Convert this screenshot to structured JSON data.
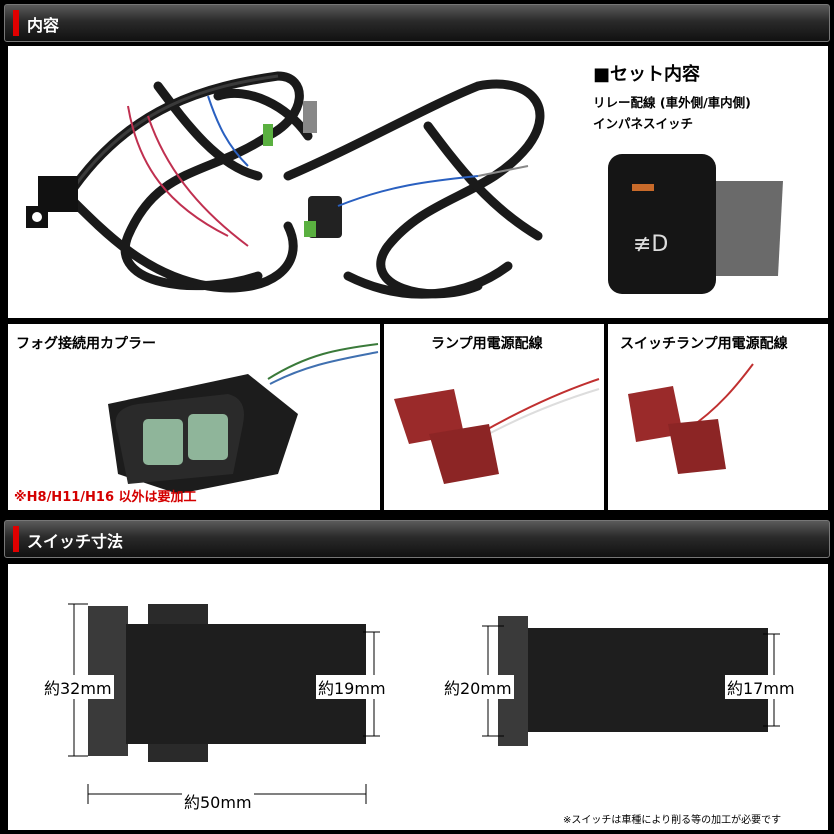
{
  "section1": {
    "title": "内容"
  },
  "set_contents": {
    "heading": "■セット内容",
    "items": [
      "リレー配線 (車外側/車内側)",
      "インパネスイッチ"
    ]
  },
  "panel_coupler": {
    "title": "フォグ接続用カプラー",
    "note": "※H8/H11/H16 以外は要加工"
  },
  "panel_lamp": {
    "title": "ランプ用電源配線"
  },
  "panel_switch_lamp": {
    "title": "スイッチランプ用電源配線"
  },
  "section2": {
    "title": "スイッチ寸法"
  },
  "dimensions": {
    "left_height": "約32mm",
    "left_inner": "約19mm",
    "width": "約50mm",
    "right_height": "約20mm",
    "right_inner": "約17mm"
  },
  "footnote": "※スイッチは車種により削る等の加工が必要です",
  "colors": {
    "accent_red": "#e00000",
    "note_red": "#d40000"
  }
}
